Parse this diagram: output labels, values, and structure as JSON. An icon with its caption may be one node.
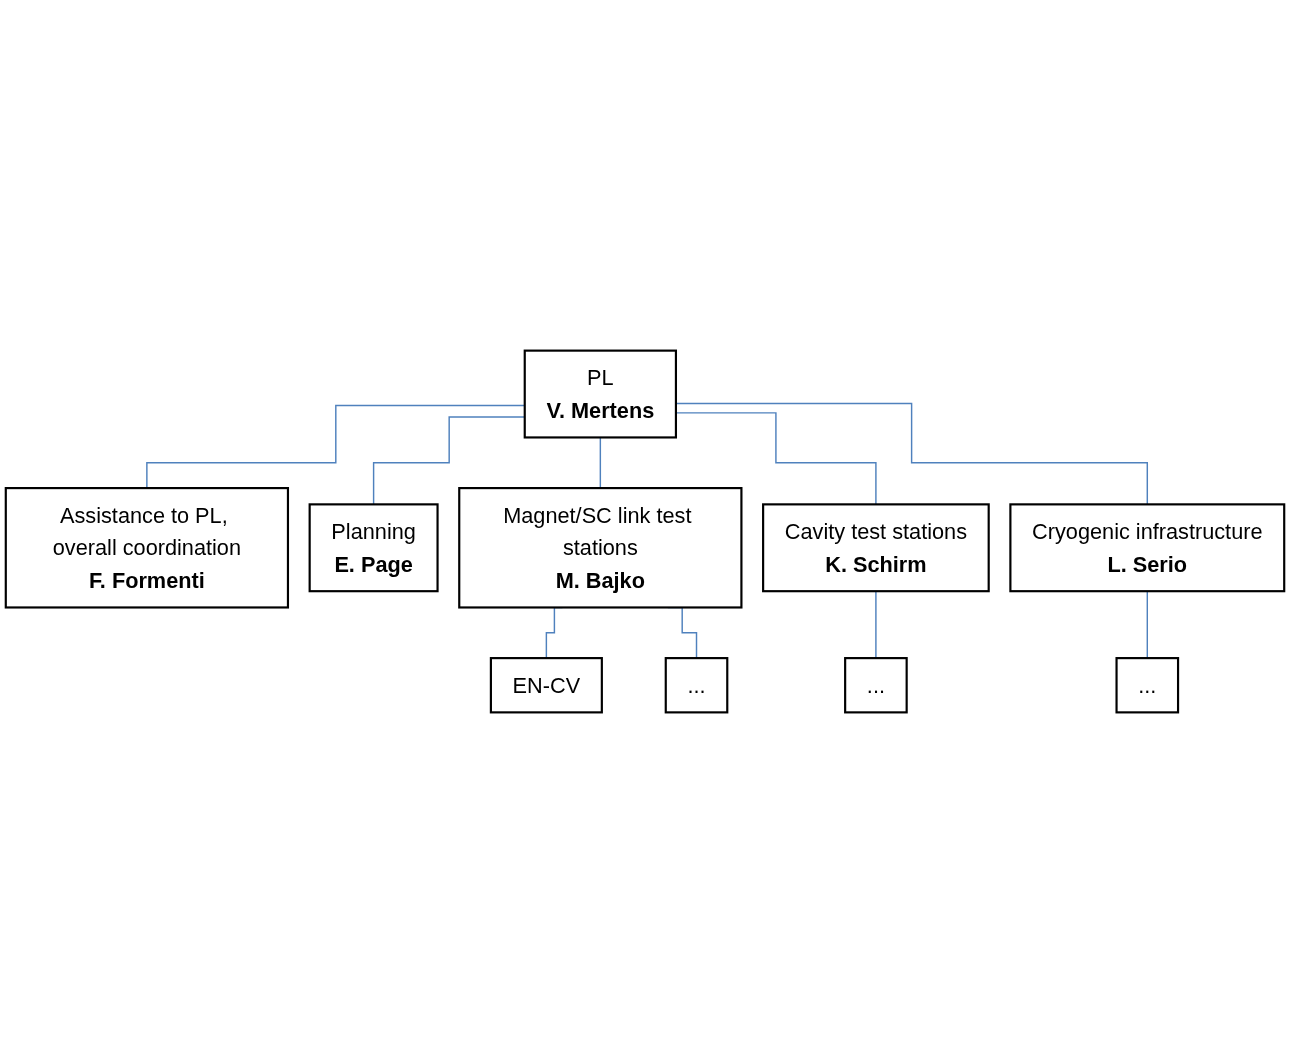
{
  "diagram": {
    "nodes": [
      {
        "text": [
          "PL",
          "V. Mertens"
        ]
      },
      {
        "text": [
          "Assistance to PL, overall coordination",
          "F. Formenti"
        ]
      },
      {
        "text": [
          "Planning",
          "E. Page"
        ]
      },
      {
        "text": [
          "Magnet/SC link test stations",
          "M. Bajko"
        ]
      },
      {
        "text": [
          "Cavity test stations",
          "K. Schirm"
        ]
      },
      {
        "text": [
          "Cryogenic infrastructure",
          "L. Serio"
        ]
      },
      {
        "text": [
          "EN-CV"
        ]
      },
      {
        "text": [
          "..."
        ]
      },
      {
        "text": [
          "..."
        ]
      },
      {
        "text": [
          "..."
        ]
      }
    ],
    "edges": [
      {
        "from": 0,
        "to": 1,
        "arrow": "none"
      },
      {
        "from": 0,
        "to": 2,
        "arrow": "none"
      },
      {
        "from": 0,
        "to": 3,
        "arrow": "none"
      },
      {
        "from": 0,
        "to": 4,
        "arrow": "none"
      },
      {
        "from": 0,
        "to": 5,
        "arrow": "none"
      },
      {
        "from": 3,
        "to": 6,
        "arrow": "none"
      },
      {
        "from": 3,
        "to": 7,
        "arrow": "none"
      },
      {
        "from": 4,
        "to": 8,
        "arrow": "none"
      },
      {
        "from": 5,
        "to": 9,
        "arrow": "none"
      }
    ]
  }
}
